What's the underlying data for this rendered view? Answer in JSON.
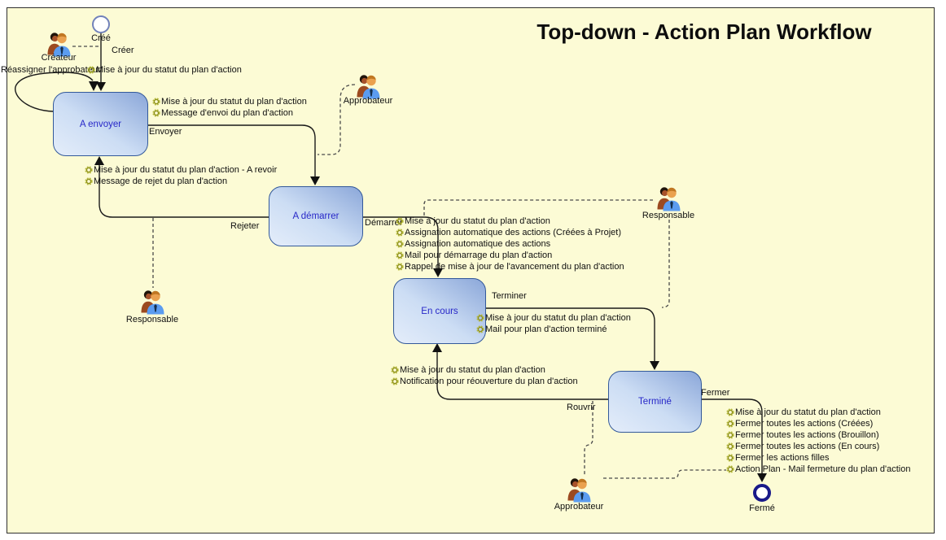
{
  "title": "Top-down - Action Plan Workflow",
  "nodes": {
    "start": "Créé",
    "end": "Fermé"
  },
  "states": {
    "a_envoyer": "A envoyer",
    "a_demarrer": "A démarrer",
    "en_cours": "En cours",
    "termine": "Terminé"
  },
  "actors": {
    "createur": "Créateur",
    "approbateur_top": "Approbateur",
    "responsable_left": "Responsable",
    "responsable_right": "Responsable",
    "approbateur_bottom": "Approbateur"
  },
  "transitions": {
    "creer": "Créer",
    "reassigner": "Réassigner l'approbateur",
    "envoyer": "Envoyer",
    "rejeter": "Rejeter",
    "demarrer": "Démarrer",
    "terminer": "Terminer",
    "rouvrir": "Rouvrir",
    "fermer": "Fermer"
  },
  "actions": {
    "creer": [
      "Mise à jour du statut du plan d'action"
    ],
    "envoyer": [
      "Mise à jour du statut du plan d'action",
      "Message d'envoi du plan d'action"
    ],
    "rejeter": [
      "Mise à jour du statut du plan d'action - A revoir",
      "Message de rejet du plan d'action"
    ],
    "demarrer": [
      "Mise à jour du statut du plan d'action",
      "Assignation automatique des actions (Créées à Projet)",
      "Assignation automatique des actions",
      "Mail pour démarrage du plan d'action",
      "Rappel de mise à jour de l'avancement du plan d'action"
    ],
    "terminer": [
      "Mise à jour du statut du plan d'action",
      "Mail pour plan d'action terminé"
    ],
    "rouvrir": [
      "Mise à jour du statut du plan d'action",
      "Notification pour réouverture du plan d'action"
    ],
    "fermer": [
      "Mise à jour du statut du plan d'action",
      "Fermer toutes les actions (Créées)",
      "Fermer toutes les actions (Brouillon)",
      "Fermer toutes les actions (En cours)",
      "Fermer les actions filles",
      "Action Plan - Mail fermeture du plan d'action"
    ]
  },
  "colors": {
    "canvas_background": "#fcfbd5",
    "state_fill_light": "#e4edfa",
    "state_fill_dark": "#8ba7d9",
    "state_border": "#33599a",
    "state_text": "#2727c8",
    "gear_icon": "#b9bc3e",
    "end_node_ring": "#191989",
    "start_node_ring": "#7282ba"
  }
}
